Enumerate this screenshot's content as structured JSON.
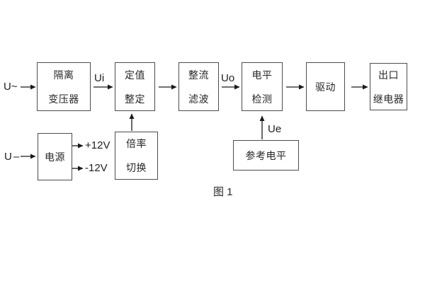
{
  "figure": {
    "caption": "图 1",
    "blocks": {
      "isolation_transformer": {
        "line1": "隔离",
        "line2": "变压器"
      },
      "value_setting": {
        "line1": "定值",
        "line2": "整定"
      },
      "rectify_filter": {
        "line1": "整流",
        "line2": "滤波"
      },
      "level_detection": {
        "line1": "电平",
        "line2": "检测"
      },
      "driver": {
        "label": "驱动"
      },
      "output_relay": {
        "line1": "出口",
        "line2": "继电器"
      },
      "power_supply": {
        "label": "电源"
      },
      "ratio_switch": {
        "line1": "倍率",
        "line2": "切换"
      },
      "reference_level": {
        "label": "参考电平"
      }
    },
    "signals": {
      "ac_input": "U~",
      "dc_input": "U",
      "dc_dash": "–",
      "ui": "Ui",
      "uo": "Uo",
      "ue": "Ue",
      "plus_12v": "+12V",
      "minus_12v": "-12V"
    },
    "colors": {
      "background": "#ffffff",
      "border": "#4d4d4d",
      "text": "#262626",
      "line": "#1a1a1a"
    }
  }
}
